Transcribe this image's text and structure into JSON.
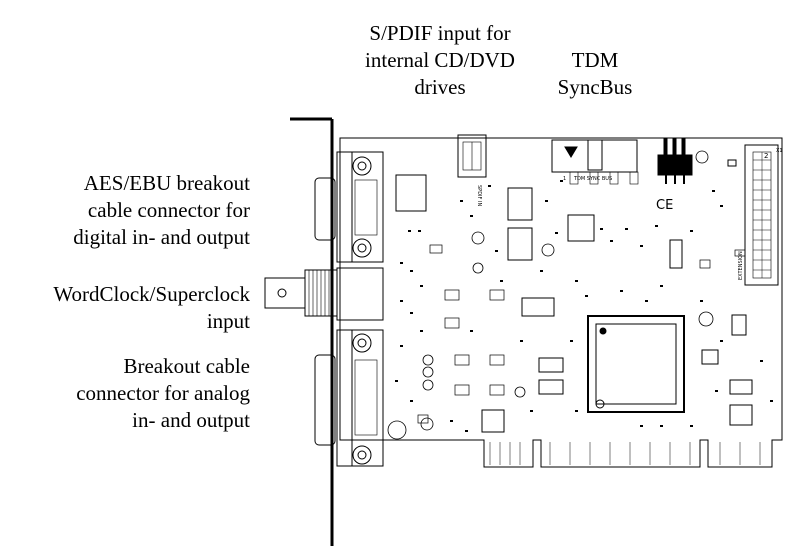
{
  "labels": {
    "spdif": [
      "S/PDIF input for",
      "internal CD/DVD",
      "drives"
    ],
    "tdm": [
      "TDM",
      "SyncBus"
    ],
    "aes": [
      "AES/EBU breakout",
      "cable connector for",
      "digital in- and output"
    ],
    "wordclock": [
      "WordClock/Superclock",
      "input"
    ],
    "analog": [
      "Breakout cable",
      "connector for analog",
      "in- and output"
    ]
  },
  "board_marks": {
    "spdif_header": "SPDIF IN",
    "sync_bus": "TDM SYNC BUS",
    "ce_mark": "CE",
    "pin_one": "1",
    "pin_two": "2",
    "connector_x": "X1",
    "ribbon_header": "EXTENSION"
  }
}
